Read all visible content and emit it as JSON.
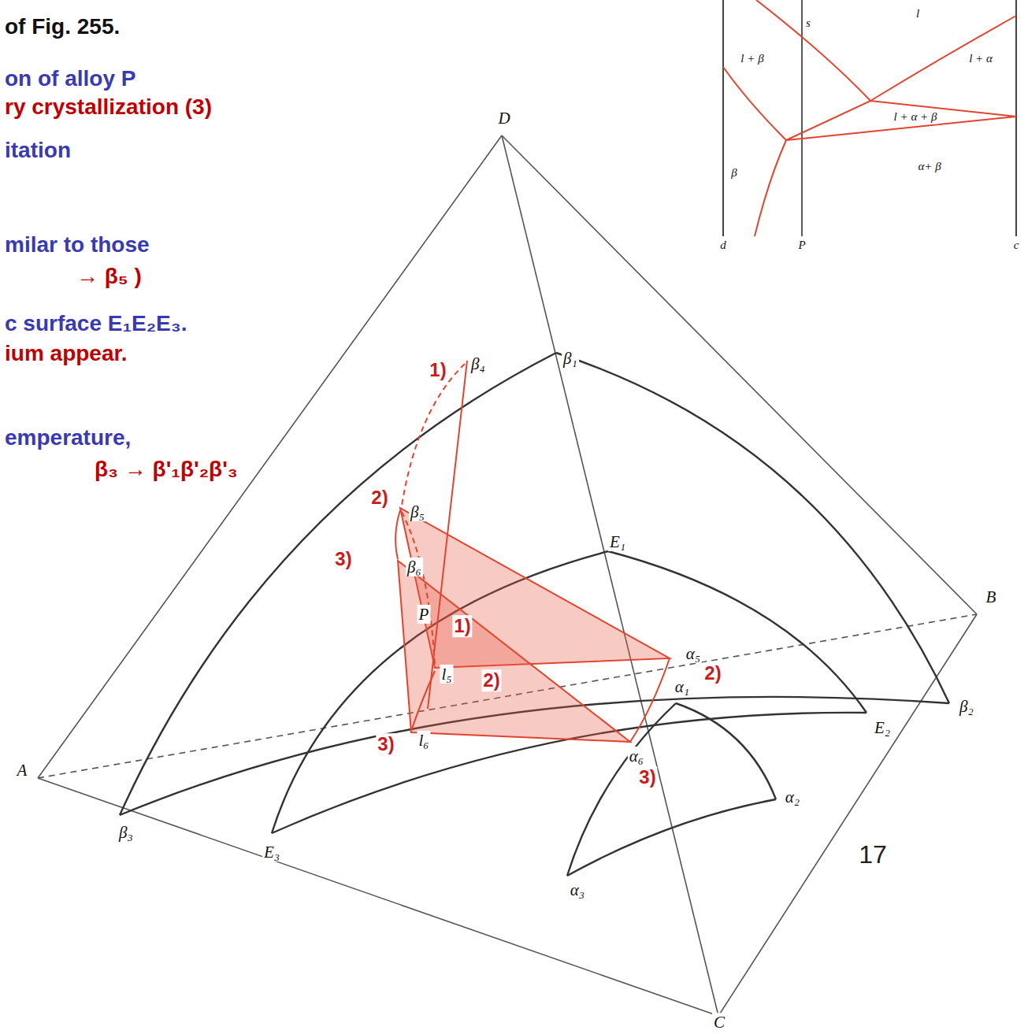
{
  "diagram": {
    "labels": [
      "of Fig. 255.",
      "on of alloy P",
      "ry crystallization (3)",
      "itation",
      "milar to those",
      "→ β₅ )",
      "c surface E₁E₂E₃.",
      "ium appear.",
      "emperature,",
      "β₃ → β'₁β'₂β'₃",
      "D",
      "1)",
      "β₄",
      "β₁",
      "2)",
      "β₅",
      "E₁",
      "3)",
      "β₆",
      "P",
      "1)",
      "B",
      "β₂",
      "l₅",
      "2)",
      "A",
      "l₆",
      "3)",
      "E₂",
      "β₃",
      "E₃",
      "α₅",
      "2)",
      "α₁",
      "α₆",
      "3)",
      "α₂",
      "α₃",
      "C",
      "17",
      "l",
      "s",
      "l + β",
      "l + α",
      "l + α + β",
      "β",
      "α+ β",
      "d",
      "P",
      "c"
    ]
  }
}
